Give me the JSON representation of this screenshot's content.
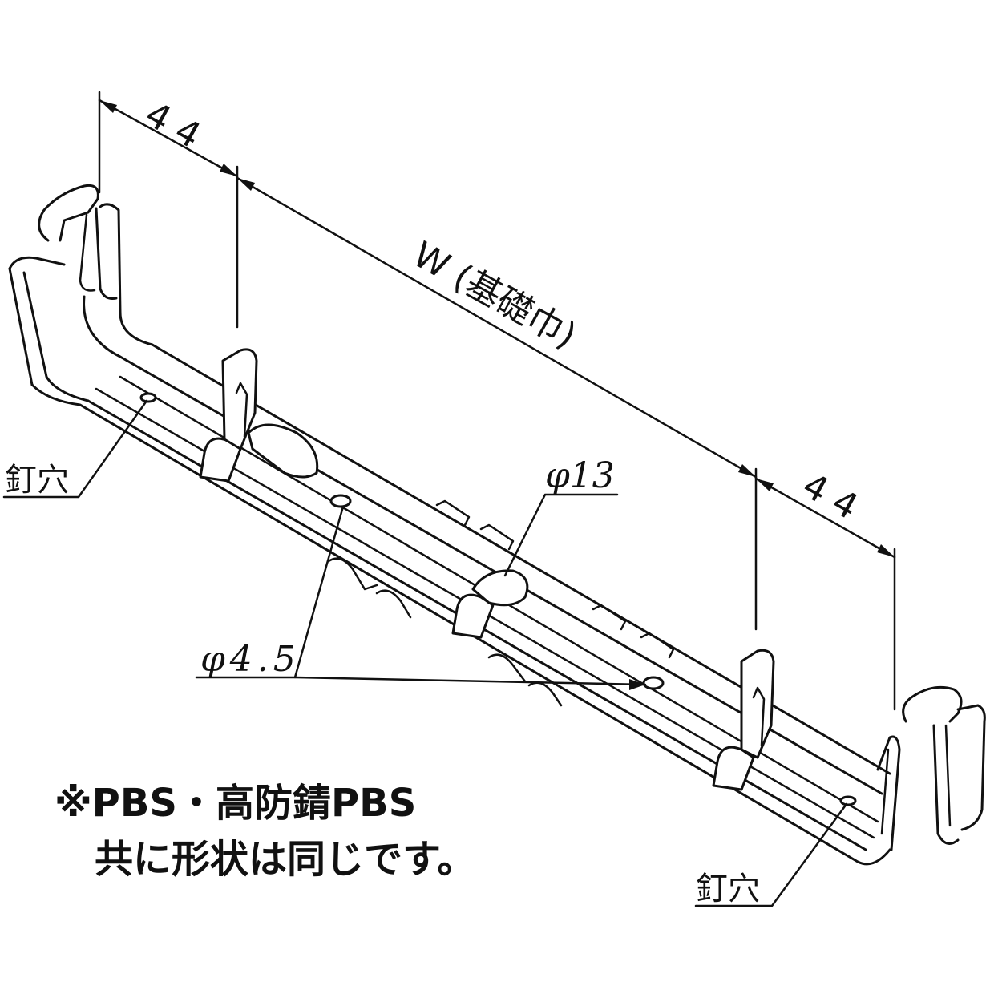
{
  "dimensions": {
    "left_offset": "44",
    "width_label": "W (基礎巾)",
    "right_offset": "44",
    "hole_large": "φ13",
    "hole_small": "φ4.5"
  },
  "labels": {
    "nail_hole_left": "釘穴",
    "nail_hole_right": "釘穴"
  },
  "note": {
    "line1": "※PBS・高防錆PBS",
    "line2": "共に形状は同じです。"
  }
}
